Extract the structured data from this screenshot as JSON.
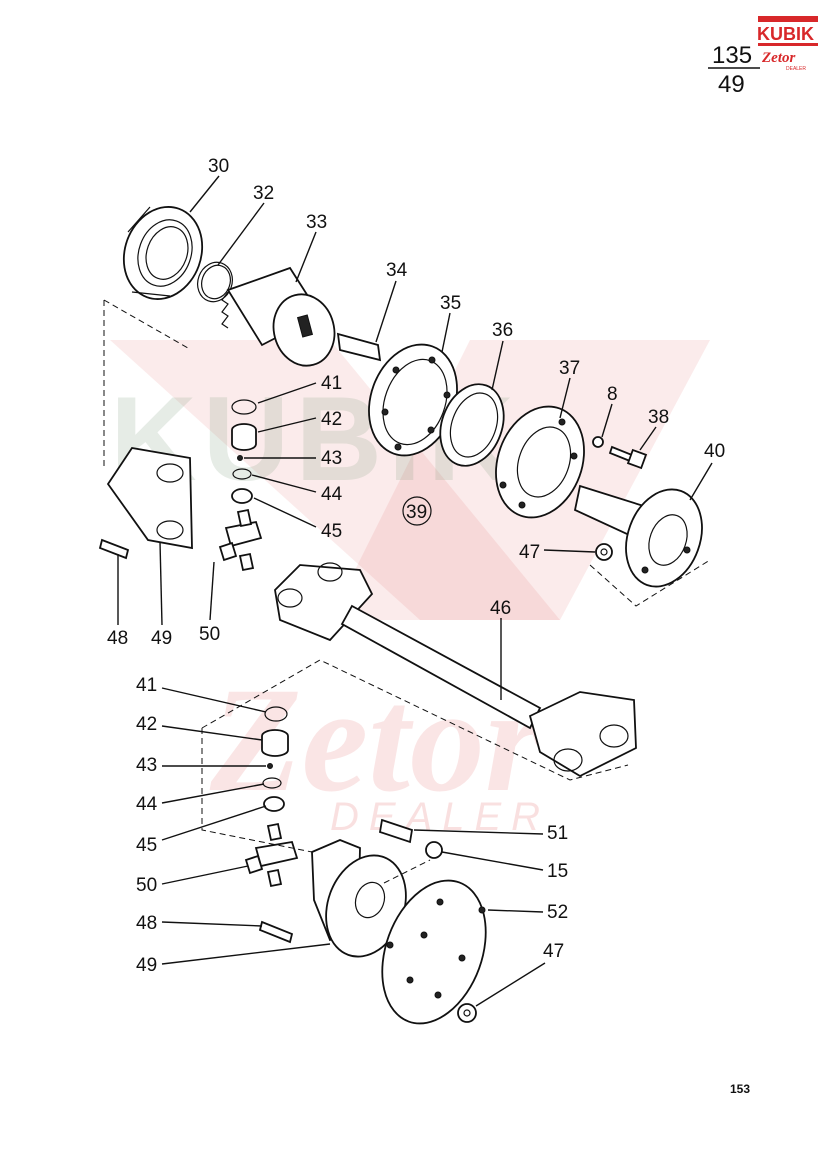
{
  "header": {
    "page_top": "135",
    "page_bottom": "49",
    "page_number": "153"
  },
  "logo": {
    "brand": "KUBIK",
    "sub": "Zetor",
    "tag": "DEALER"
  },
  "watermark": {
    "brand": "KUBIK",
    "sub": "Zetor",
    "tag": "DEALER"
  },
  "colors": {
    "ink": "#111111",
    "logo_red": "#d8282a",
    "watermark_red": "#e25a5a",
    "watermark_green": "#7a9a7a"
  },
  "callouts": {
    "c30": "30",
    "c32": "32",
    "c33": "33",
    "c34": "34",
    "c35": "35",
    "c36": "36",
    "c37": "37",
    "c8": "8",
    "c38": "38",
    "c40": "40",
    "c41a": "41",
    "c42a": "42",
    "c43a": "43",
    "c44a": "44",
    "c45a": "45",
    "c39": "39",
    "c47a": "47",
    "c48a": "48",
    "c49a": "49",
    "c50a": "50",
    "c46": "46",
    "c41b": "41",
    "c42b": "42",
    "c43b": "43",
    "c44b": "44",
    "c45b": "45",
    "c50b": "50",
    "c48b": "48",
    "c49b": "49",
    "c51": "51",
    "c15": "15",
    "c52": "52",
    "c47b": "47"
  }
}
